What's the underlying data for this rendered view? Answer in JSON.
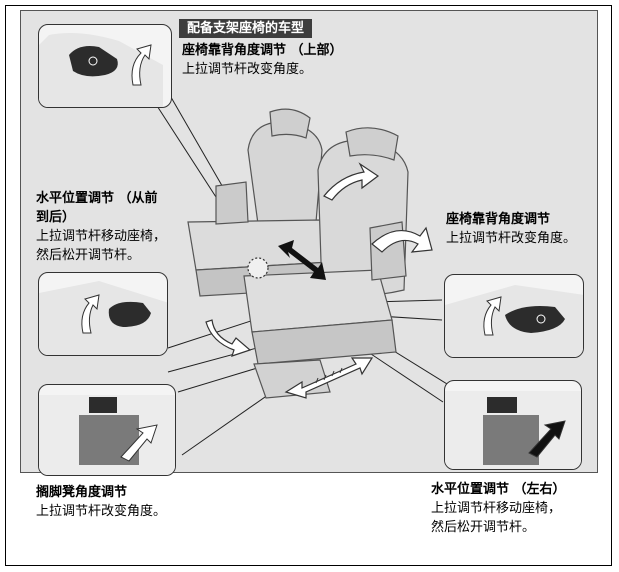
{
  "section_label": "配备支架座椅的车型",
  "callouts": {
    "upper_back": {
      "title": "座椅靠背角度调节 （上部）",
      "desc": "上拉调节杆改变角度。"
    },
    "horizontal_fb": {
      "title_line1": "水平位置调节 （从前",
      "title_line2": "到后）",
      "desc_line1": "上拉调节杆移动座椅，",
      "desc_line2": "然后松开调节杆。"
    },
    "back_angle": {
      "title": "座椅靠背角度调节",
      "desc": "上拉调节杆改变角度。"
    },
    "footrest": {
      "title": "搁脚凳角度调节",
      "desc": "上拉调节杆改变角度。"
    },
    "horizontal_lr": {
      "title": "水平位置调节 （左右）",
      "desc_line1": "上拉调节杆移动座椅，",
      "desc_line2": "然后松开调节杆。"
    }
  },
  "colors": {
    "panel_bg": "#e3e3e3",
    "seat_fill": "#d9d9d9",
    "arrow_fill": "#ffffff",
    "bar_bg": "#3d3d3d"
  }
}
